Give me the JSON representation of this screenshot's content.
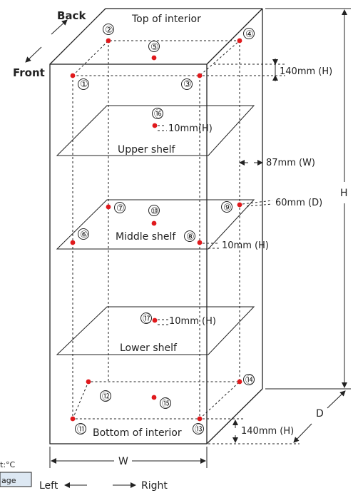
{
  "labels": {
    "back": "Back",
    "front": "Front",
    "left": "Left",
    "right": "Right",
    "top_interior": "Top of interior",
    "bottom_interior": "Bottom of interior",
    "upper_shelf": "Upper shelf",
    "middle_shelf": "Middle shelf",
    "lower_shelf": "Lower shelf",
    "w": "W",
    "h": "H",
    "d": "D",
    "unit_partial": "t:°C",
    "average_partial": "age"
  },
  "dimensions": {
    "top_offset": "140mm (H)",
    "side_offset": "87mm (W)",
    "depth_offset": "60mm (D)",
    "mid_offset": "10mm (H)",
    "upper_offset": "10mm(H)",
    "lower_offset": "10mm (H)",
    "bottom_offset": "140mm (H)"
  },
  "points": [
    {
      "num": "①"
    },
    {
      "num": "②"
    },
    {
      "num": "③"
    },
    {
      "num": "④"
    },
    {
      "num": "⑤"
    },
    {
      "num": "⑥"
    },
    {
      "num": "⑦"
    },
    {
      "num": "⑧"
    },
    {
      "num": "⑨"
    },
    {
      "num": "⑩"
    },
    {
      "num": "⑪"
    },
    {
      "num": "⑫"
    },
    {
      "num": "⑬"
    },
    {
      "num": "⑭"
    },
    {
      "num": "⑮"
    },
    {
      "num": "⑯"
    },
    {
      "num": "⑰"
    }
  ],
  "colors": {
    "point": "#e0191c",
    "line": "#222222",
    "cell_fill": "#dde8f3"
  }
}
